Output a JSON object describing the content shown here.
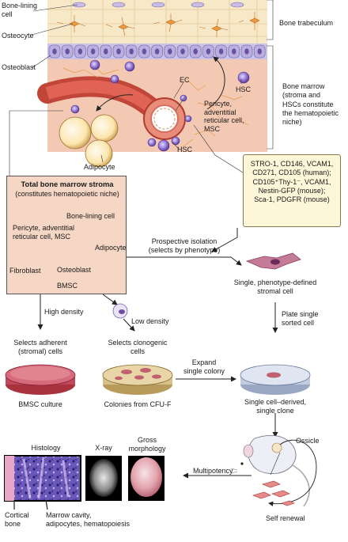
{
  "labels": {
    "bone_lining_cell_top": "Bone-lining\ncell",
    "osteocyte": "Osteocyte",
    "bone_trabeculum": "Bone trabeculum",
    "osteoblast": "Osteoblast",
    "ec": "EC",
    "hsc_right": "HSC",
    "bone_marrow": "Bone marrow\n(stroma and\nHSCs constitute\nthe hematopoietic\nniche)",
    "pericyte_top": "Pericyte,\nadventitial\nreticular cell,\nMSC",
    "hsc_bottom": "HSC",
    "adipocyte_top": "Adipocyte",
    "markers": "STRO-1, CD146, VCAM1,\nCD271, CD105 (human);\nCD105⁺Thy-1⁻, VCAM1,\nNestin-GFP (mouse);\nSca-1, PDGFR (mouse)",
    "stroma_title": "Total bone marrow stroma",
    "stroma_subtitle": "(constitutes hematopoietic niche)",
    "bone_lining_cell_box": "Bone-lining cell",
    "pericyte_box": "Pericyte, adventitial\nreticular cell, MSC",
    "adipocyte_box": "Adipocyte",
    "fibroblast": "Fibroblast",
    "osteoblast_box": "Osteoblast",
    "bmsc": "BMSC",
    "prospective": "Prospective isolation\n(selects by phenotype)",
    "single_phenotype": "Single, phenotype-defined\nstromal cell",
    "high_density": "High density",
    "low_density": "Low density",
    "plate_single": "Plate single\nsorted cell",
    "selects_adherent": "Selects adherent\n(stromal) cells",
    "selects_clonogenic": "Selects clonogenic\ncells",
    "expand": "Expand\nsingle colony",
    "bmsc_culture": "BMSC culture",
    "colonies": "Colonies from CFU-F",
    "single_clone": "Single cell–derived,\nsingle clone",
    "histology": "Histology",
    "xray": "X-ray",
    "gross": "Gross\nmorphology",
    "ossicle": "Ossicle",
    "multipotency": "Multipotency",
    "cortical": "Cortical\nbone",
    "marrow_cavity": "Marrow cavity,\nadipocytes, hematopoiesis",
    "self_renewal": "Self renewal"
  },
  "colors": {
    "bone": "#f7e8c8",
    "osteoblast_row": "#c9c3e6",
    "marrow": "#f4c9b4",
    "vessel": "#c2453a",
    "cell_purple": "#7a5db4",
    "adipocyte": "#fbe7b0",
    "dish_pink": "#d46a7c",
    "dish_beige": "#e9d6a8",
    "dish_blue": "#cfd8ea"
  }
}
